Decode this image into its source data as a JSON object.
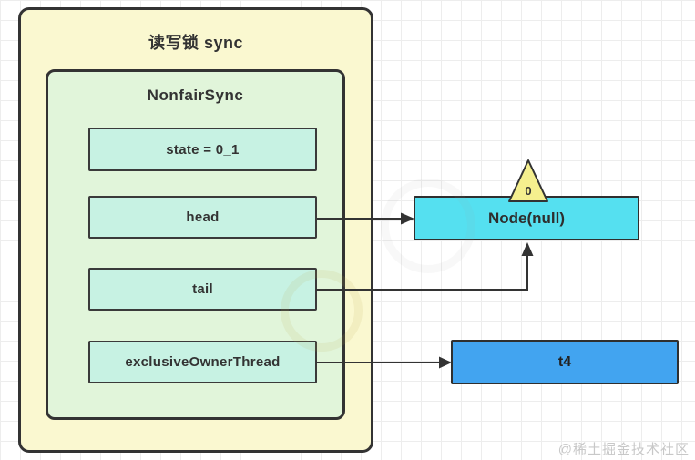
{
  "diagram": {
    "outer_box": {
      "title": "读写锁 sync"
    },
    "inner_box": {
      "title": "NonfairSync",
      "fields": [
        {
          "label": "state = 0_1"
        },
        {
          "label": "head"
        },
        {
          "label": "tail"
        },
        {
          "label": "exclusiveOwnerThread"
        }
      ]
    },
    "node_box": {
      "label": "Node(null)"
    },
    "triangle": {
      "label": "0"
    },
    "thread_box": {
      "label": "t4"
    },
    "watermark": "@稀土掘金技术社区"
  },
  "colors": {
    "outer_box_fill": "#faf8d0",
    "inner_box_fill": "#e1f5da",
    "field_fill": "#c7f2e3",
    "node_fill": "#55e0f0",
    "thread_fill": "#42a4f0",
    "triangle_fill": "#f5ef8e",
    "border": "#333333",
    "arrow": "#333333",
    "watermark_gray": "#c8c8c8",
    "grid_line": "#ededed"
  }
}
